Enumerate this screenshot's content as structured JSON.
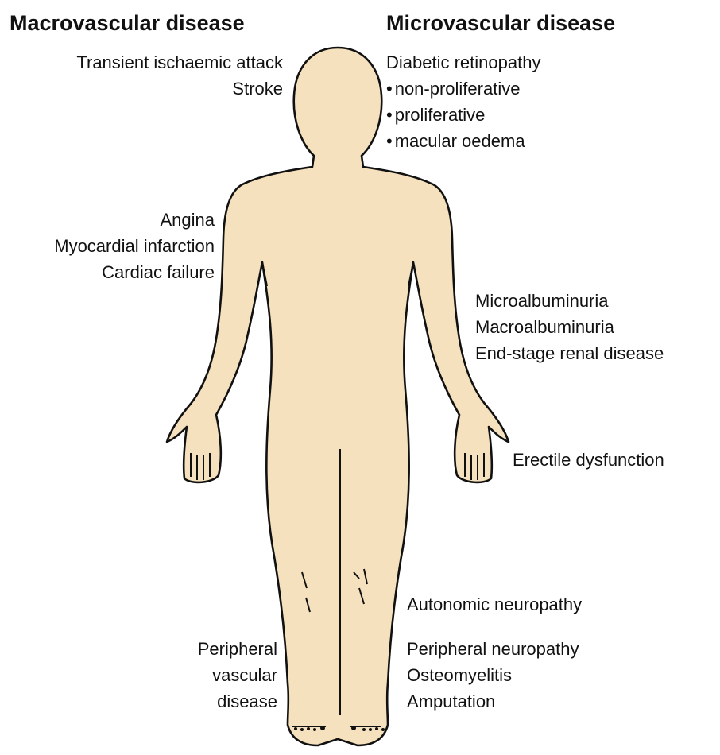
{
  "headings": {
    "macro": "Macrovascular disease",
    "micro": "Microvascular disease"
  },
  "macro_labels": {
    "head": [
      "Transient ischaemic attack",
      "Stroke"
    ],
    "heart": [
      "Angina",
      "Myocardial infarction",
      "Cardiac failure"
    ],
    "legs": [
      "Peripheral",
      "vascular",
      "disease"
    ]
  },
  "micro_labels": {
    "eye_title": "Diabetic retinopathy",
    "eye_items": [
      "non-proliferative",
      "proliferative",
      "macular oedema"
    ],
    "kidney": [
      "Microalbuminuria",
      "Macroalbuminuria",
      "End-stage renal disease"
    ],
    "erectile": "Erectile dysfunction",
    "autonomic": "Autonomic neuropathy",
    "peripheral": [
      "Peripheral neuropathy",
      "Osteomyelitis",
      "Amputation"
    ]
  },
  "colors": {
    "skin": "#f5e1bd",
    "outline": "#111111",
    "text": "#111111"
  }
}
